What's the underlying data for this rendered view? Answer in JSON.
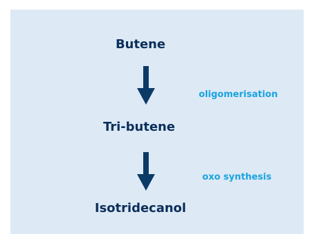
{
  "diagram": {
    "nodes": [
      {
        "id": "butene",
        "label": "Butene"
      },
      {
        "id": "tri-butene",
        "label": "Tri-butene"
      },
      {
        "id": "isotridecanol",
        "label": "Isotridecanol"
      }
    ],
    "steps": [
      {
        "from": "butene",
        "to": "tri-butene",
        "label": "oligomerisation"
      },
      {
        "from": "tri-butene",
        "to": "isotridecanol",
        "label": "oxo synthesis"
      }
    ]
  },
  "colors": {
    "panel_background": "#dde9f5",
    "node_text": "#0b2f5a",
    "arrow": "#0b3a66",
    "step_label": "#1aa3e0"
  }
}
